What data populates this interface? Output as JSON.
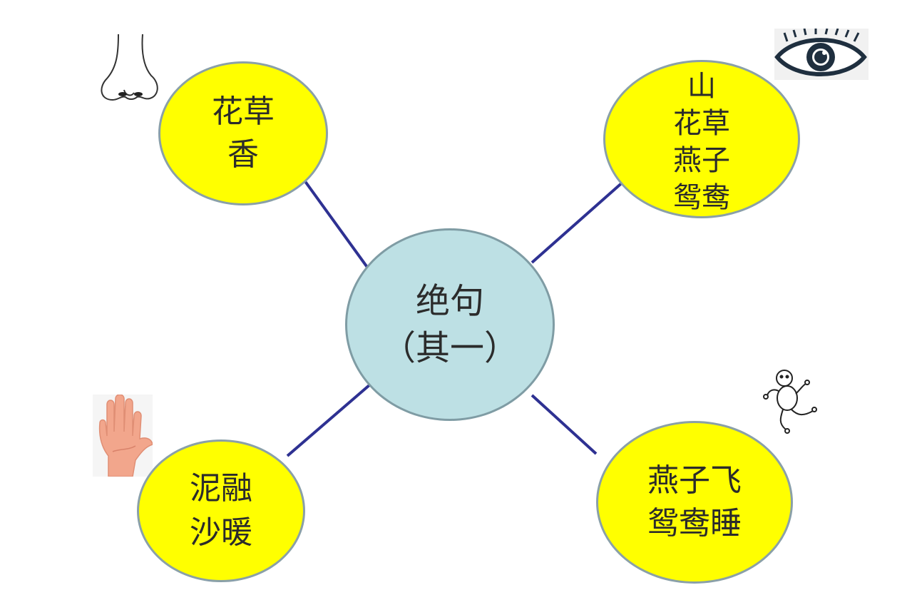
{
  "center": {
    "line1": "绝句",
    "line2": "（其一）"
  },
  "nodes": {
    "smell": {
      "lines": [
        "花草",
        "香"
      ],
      "icon": "nose-icon"
    },
    "sight": {
      "lines": [
        "山",
        "花草",
        "燕子",
        "鸳鸯"
      ],
      "icon": "eye-icon"
    },
    "touch": {
      "lines": [
        "泥融",
        "沙暖"
      ],
      "icon": "hand-icon"
    },
    "motion": {
      "lines": [
        "燕子飞",
        "鸳鸯睡"
      ],
      "icon": "running-figure-icon"
    }
  },
  "colors": {
    "leaf_fill": "#ffff00",
    "center_fill": "#bde0e4",
    "link": "#2e3192"
  }
}
